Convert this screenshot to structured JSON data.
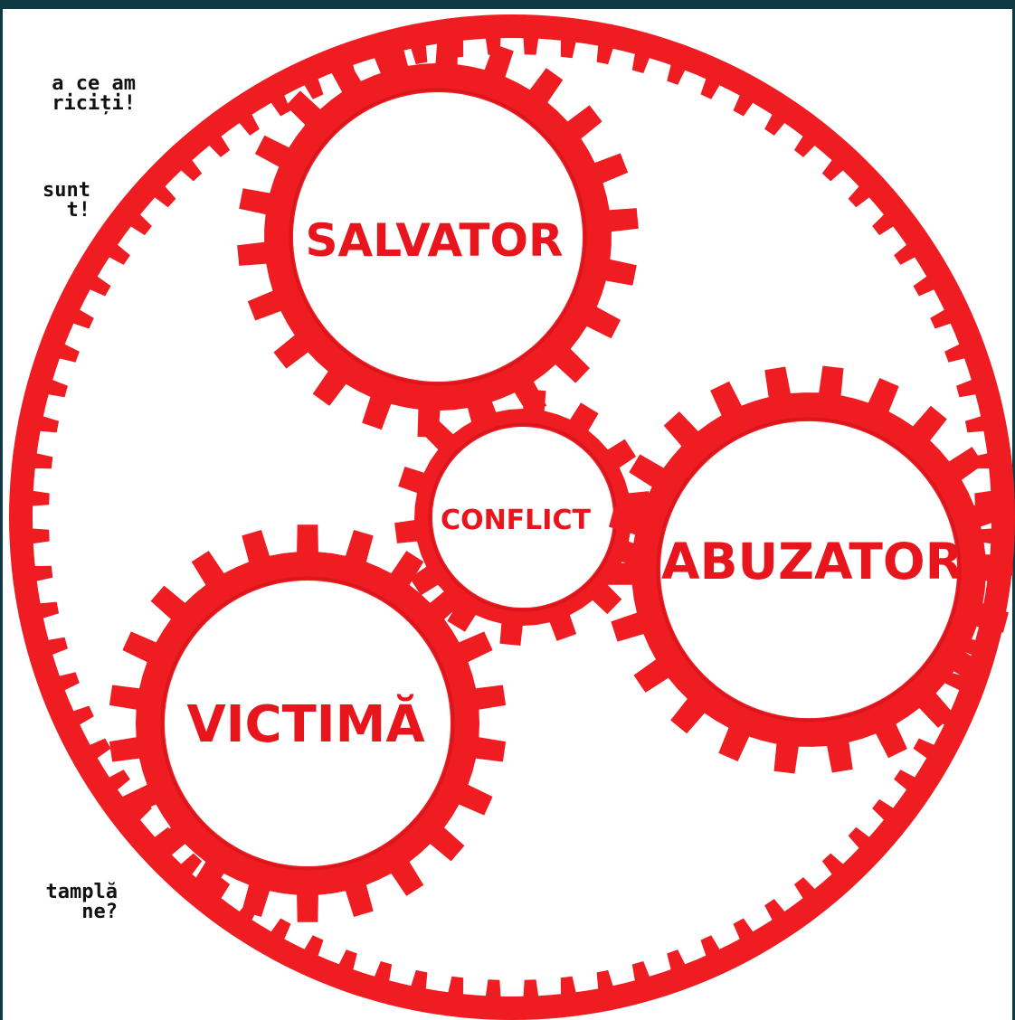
{
  "side_text": {
    "top_lines": [
      "a ce am",
      "riciți!"
    ],
    "mid_lines": [
      "sunt",
      "t!"
    ],
    "bottom_lines": [
      "tamplă",
      "ne?"
    ]
  },
  "gears": {
    "salvator": "SALVATOR",
    "conflict": "CONFLICT",
    "abuzator": "ABUZATOR",
    "victima": "VICTIMĂ"
  },
  "colors": {
    "gear_red": "#ef1c22",
    "label_red": "#e8161c",
    "frame": "#0f3a44"
  }
}
